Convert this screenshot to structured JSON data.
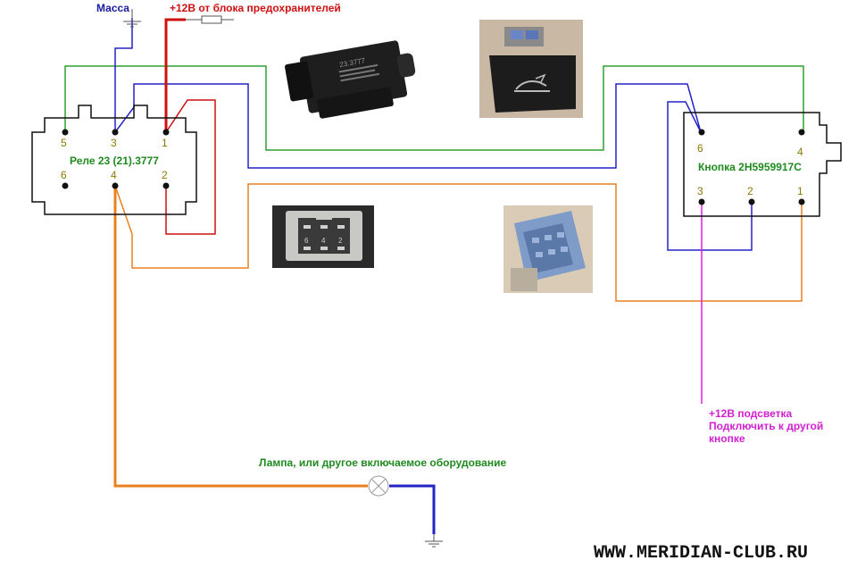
{
  "labels": {
    "ground": "Масса",
    "supply": "+12В от блока предохранителей",
    "relay": "Реле 23 (21).3777",
    "button": "Кнопка 2H5959917C",
    "backlight_line1": "+12В  подсветка",
    "backlight_line2": "Подключить к другой",
    "backlight_line3": "кнопке",
    "lamp": "Лампа, или другое включаемое оборудование",
    "website": "WWW.MERIDIAN-CLUB.RU",
    "relay_body_text": "23.3777"
  },
  "relay_pins": {
    "p5": "5",
    "p3": "3",
    "p1": "1",
    "p6": "6",
    "p4": "4",
    "p2": "2"
  },
  "button_pins": {
    "p6": "6",
    "p4": "4",
    "p3": "3",
    "p2": "2",
    "p1": "1"
  },
  "connector_pins": {
    "a": "6",
    "b": "4",
    "c": "2"
  },
  "colors": {
    "green": "#2ea02e",
    "blue": "#2323c8",
    "red": "#cc1111",
    "orange": "#e8821e",
    "magenta": "#e020e0",
    "black": "#111111",
    "text_green": "#1f8a1f",
    "text_red": "#d01010",
    "text_blue": "#1a1aa0",
    "text_magenta": "#d020d0",
    "pin_text": "#8a7a00"
  }
}
